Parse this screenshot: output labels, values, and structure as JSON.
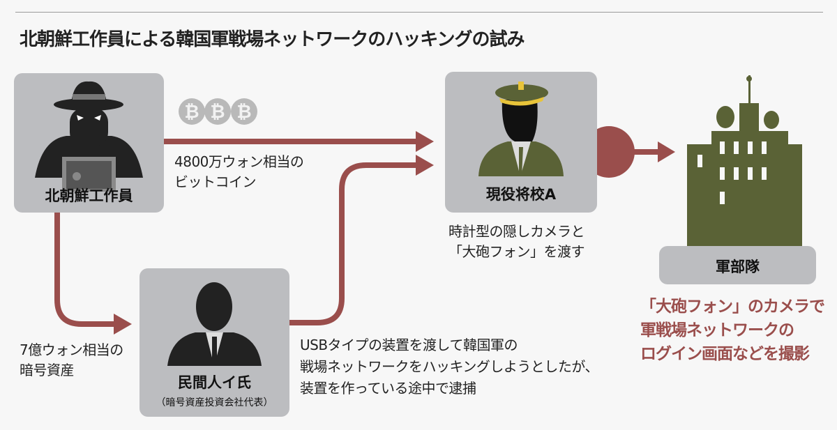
{
  "title": "北朝鮮工作員による韓国軍戦場ネットワークのハッキングの試み",
  "actors": {
    "agent": {
      "label": "北朝鮮工作員"
    },
    "officer": {
      "label": "現役将校A"
    },
    "civilian": {
      "label": "民間人イ氏",
      "sublabel": "（暗号資産投資会社代表）"
    },
    "unit": {
      "label": "軍部隊"
    }
  },
  "edges": {
    "bitcoin": [
      "4800万ウォン相当の",
      "ビットコイン"
    ],
    "crypto": [
      "7億ウォン相当の",
      "暗号資産"
    ],
    "camera": [
      "時計型の隠しカメラと",
      "「大砲フォン」を渡す"
    ],
    "usb": [
      "USBタイプの装置を渡して韓国軍の",
      "戦場ネットワークをハッキングしようとしたが、",
      "装置を作っている途中で逮捕"
    ]
  },
  "result": [
    "「大砲フォン」のカメラで",
    "軍戦場ネットワークの",
    "ログイン画面などを撮影"
  ],
  "colors": {
    "arrow": "#9a4e4c",
    "box": "#bcbdc0",
    "olive": "#5a6236",
    "background": "#f7f7f7"
  }
}
